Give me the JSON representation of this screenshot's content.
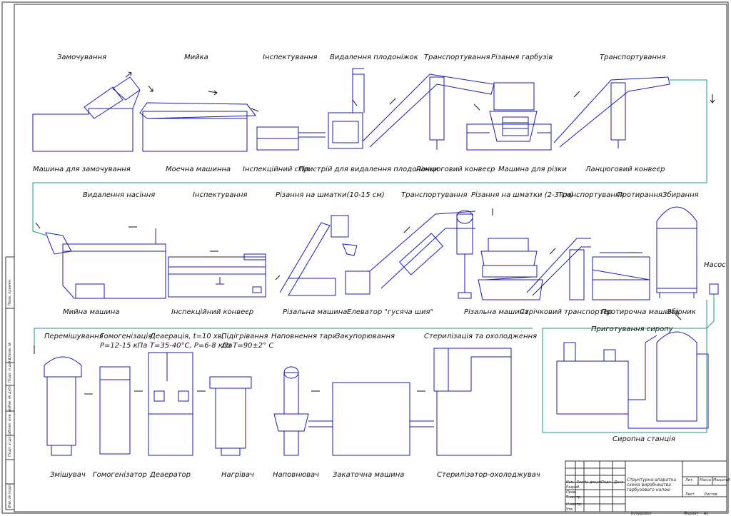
{
  "colors": {
    "equipment": "#1a1ab8",
    "pipe": "#1a9a8a",
    "frame": "#333333"
  },
  "row1": {
    "ops": [
      "Замочування",
      "Мийка",
      "Інспектування",
      "Видалення плодоніжок",
      "Транспортування",
      "Різання гарбузів",
      "Транспортування"
    ],
    "machines": [
      "Машина для замочування",
      "Моечна машинна",
      "Інспекційний стіл",
      "Пристрій для видалення плодоніжки",
      "Ланцюговий конвеєр",
      "Машина для різки",
      "Ланцюговий конвеєр"
    ]
  },
  "row2": {
    "ops": [
      "Видалення насіння",
      "Інспектування",
      "Різання на шматки(10-15 см)",
      "Транспортування",
      "Різання на шматки (2-3 см)",
      "Транспортування",
      "Протирання",
      "Збирання"
    ],
    "machines": [
      "Мийна машина",
      "Інспекційний конвеєр",
      "Різальна машина",
      "Елеватор \"гусяча шия\"",
      "Різальна машина",
      "Стрічковий транспортер",
      "Протирочна машина",
      "Збірник"
    ],
    "pump": "Насос"
  },
  "row3": {
    "ops": [
      "Перемішування",
      "Гомогенізація",
      "P=12-15 кПа",
      "Деаерація, t=10 хв,",
      "T=35-40°C, P=6-8 кПа",
      "Підігрівання",
      "до T=90±2° C",
      "Наповнення тари",
      "Закупорювання",
      "Стерилізація та охолодження"
    ],
    "machines": [
      "Змішувач",
      "Гомогенізатор",
      "Деаератор",
      "Нагрівач",
      "Наповнювач",
      "Закаточна машина",
      "Стерилізатор-охолоджувач"
    ]
  },
  "syrup": {
    "title": "Приготування сиропу",
    "station": "Сиропна станція"
  },
  "title_block": {
    "description": [
      "Структурно-апаратна",
      "схема виробництва",
      "гарбузового напою"
    ],
    "cols": [
      "Лит.",
      "Масса",
      "Масштаб"
    ],
    "sheet": "Лист",
    "sheets": "Листов",
    "rows": [
      "Изм.",
      "Лист",
      "№ докум.",
      "Подп.",
      "Дата",
      "Разраб.",
      "Пров.",
      "Т.контр.",
      "Н.контр.",
      "Утв."
    ],
    "copied": "Копировал",
    "format": "Формат",
    "format_value": "А1"
  },
  "side_labels": [
    "Перв. примен.",
    "Справ. №",
    "Подп. и дата",
    "Инв. № дубл.",
    "Взам. инв. №",
    "Подп. и дата",
    "Инв. № подл."
  ]
}
